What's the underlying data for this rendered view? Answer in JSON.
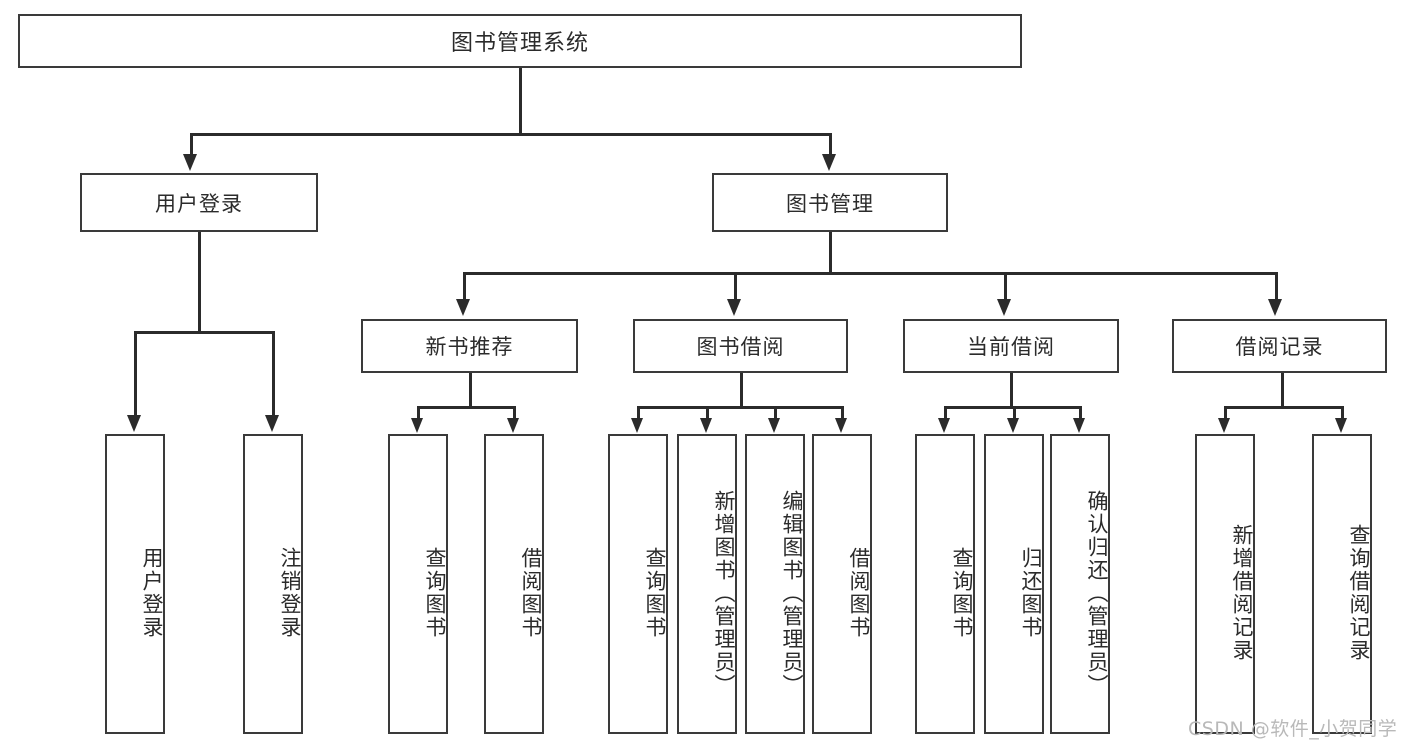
{
  "diagram": {
    "title": "图书管理系统",
    "type": "hierarchy-tree",
    "root": {
      "label": "图书管理系统"
    },
    "level2": [
      {
        "label": "用户登录"
      },
      {
        "label": "图书管理"
      }
    ],
    "level3": [
      {
        "label": "新书推荐"
      },
      {
        "label": "图书借阅"
      },
      {
        "label": "当前借阅"
      },
      {
        "label": "借阅记录"
      }
    ],
    "leaves": {
      "user_login": [
        {
          "label": "用户登录"
        },
        {
          "label": "注销登录"
        }
      ],
      "new_book_recommend": [
        {
          "label": "查询图书"
        },
        {
          "label": "借阅图书"
        }
      ],
      "book_borrow": [
        {
          "label": "查询图书"
        },
        {
          "label": "新增图书（管理员）"
        },
        {
          "label": "编辑图书（管理员）"
        },
        {
          "label": "借阅图书"
        }
      ],
      "current_borrow": [
        {
          "label": "查询图书"
        },
        {
          "label": "归还图书"
        },
        {
          "label": "确认归还（管理员）"
        }
      ],
      "borrow_record": [
        {
          "label": "新增借阅记录"
        },
        {
          "label": "查询借阅记录"
        }
      ]
    }
  },
  "watermark": {
    "text": "CSDN @软件_小贺同学"
  },
  "colors": {
    "stroke": "#2b2b2b",
    "box_border": "#3a3a3a",
    "background": "#ffffff",
    "watermark": "#b9b9b9"
  }
}
